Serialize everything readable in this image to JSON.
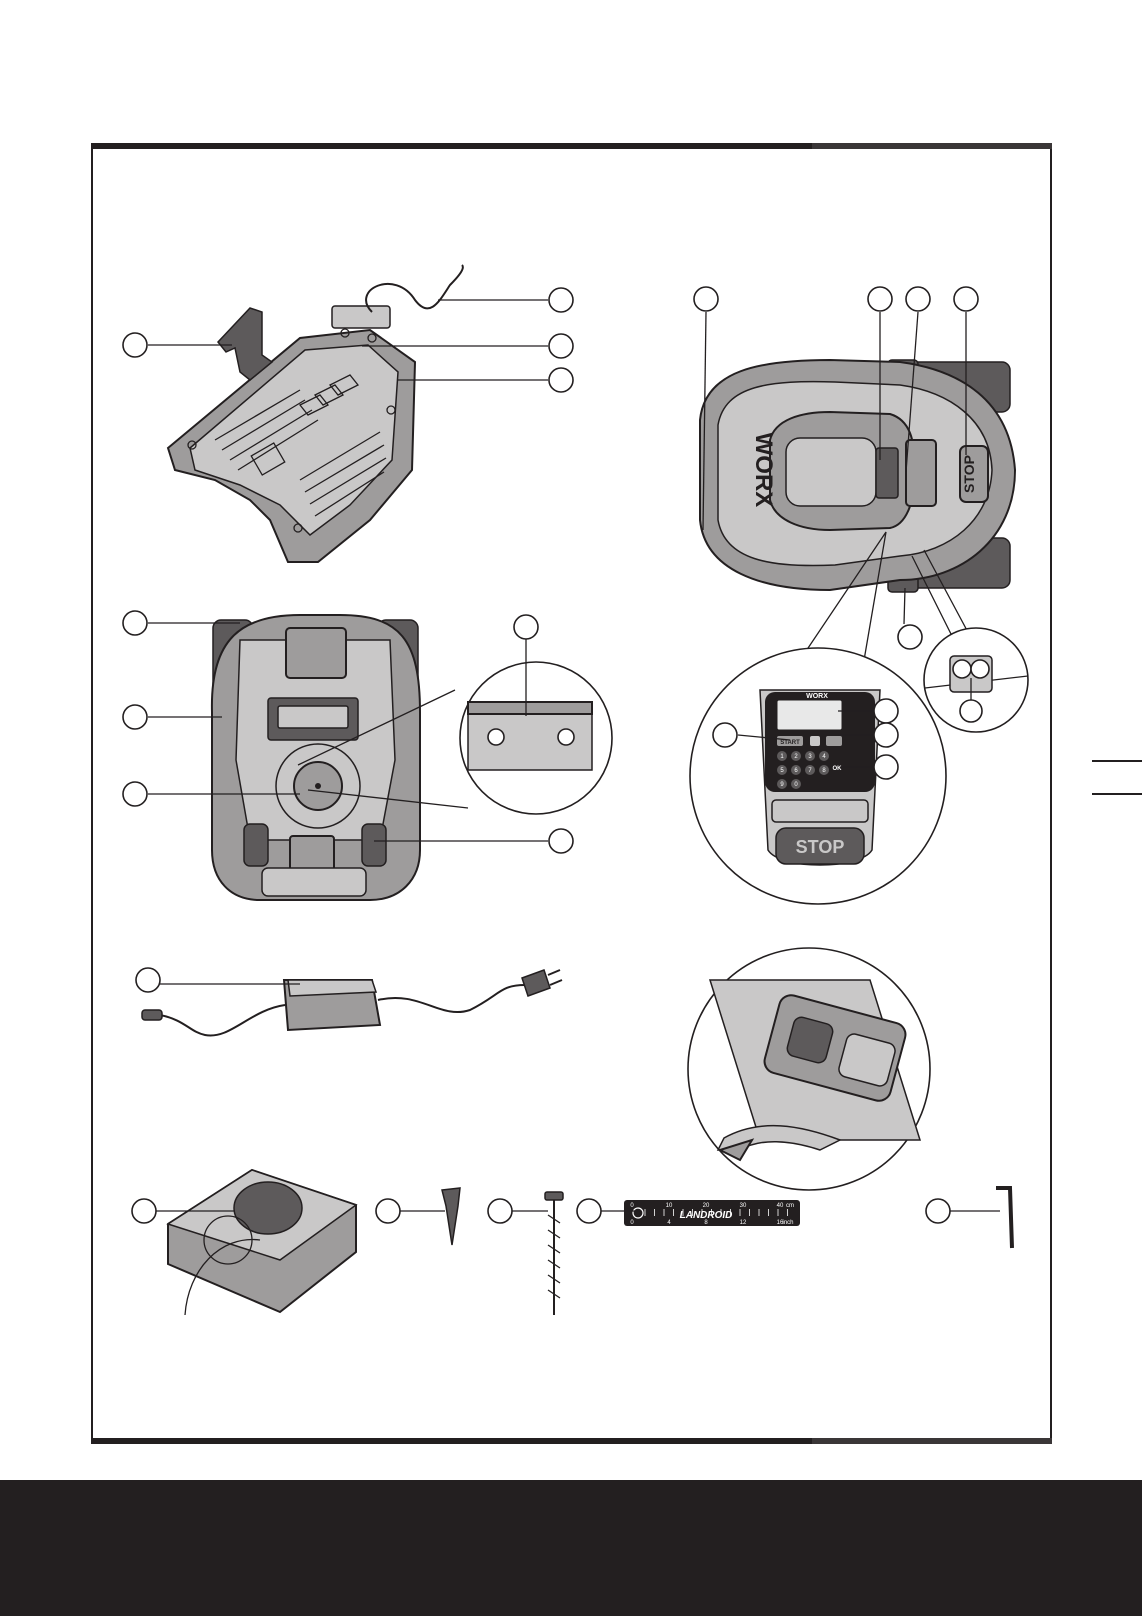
{
  "logos": {
    "robot_brand": "WORX",
    "keypad_brand": "WORX",
    "ruler_brand": "LANDROID"
  },
  "labels": {
    "stop_top_view": "STOP",
    "stop_keypad": "STOP",
    "start_key": "START",
    "ok_key": "OK"
  },
  "ruler": {
    "scale_top": [
      "0",
      "10",
      "20",
      "30",
      "40"
    ],
    "scale_bottom": [
      "0",
      "4",
      "8",
      "12",
      "16"
    ],
    "unit_top": "cm",
    "unit_bottom": "inch"
  },
  "keypad_keys": [
    "1",
    "2",
    "3",
    "4",
    "5",
    "6",
    "7",
    "8",
    "9",
    "0"
  ],
  "colors": {
    "ink": "#231f20",
    "part_fill": "#9e9c9c",
    "part_light": "#c9c8c8",
    "footer": "#231f20"
  }
}
